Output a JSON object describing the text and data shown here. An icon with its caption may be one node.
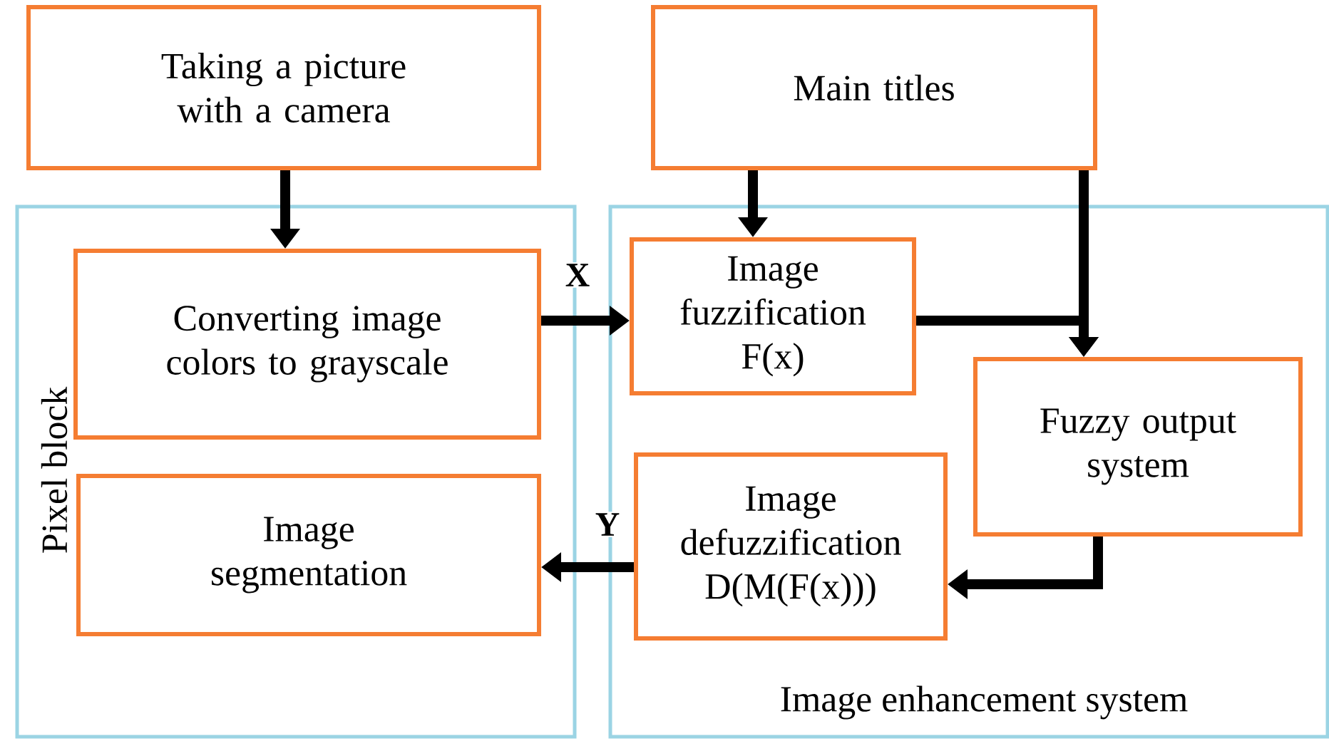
{
  "diagram": {
    "nodes": [
      {
        "text": [
          "Pixel block"
        ]
      },
      {
        "text": [
          "Image enhancement system"
        ]
      },
      {
        "text": [
          "Taking a picture with a camera"
        ]
      },
      {
        "text": [
          "Main titles"
        ]
      },
      {
        "text": [
          "Converting image colors to grayscale"
        ],
        "in": 0
      },
      {
        "text": [
          "Image segmentation"
        ],
        "in": 0
      },
      {
        "text": [
          "Image fuzzification F(x)"
        ],
        "in": 1
      },
      {
        "text": [
          "Fuzzy output system"
        ],
        "in": 1
      },
      {
        "text": [
          "Image defuzzification D(M(F(x)))"
        ],
        "in": 1
      }
    ],
    "edges": [
      {
        "from": 2,
        "to": 4,
        "arrow": "to"
      },
      {
        "from": 4,
        "to": 6,
        "arrow": "to",
        "label": "X"
      },
      {
        "from": 3,
        "to": 6,
        "arrow": "to"
      },
      {
        "from": 3,
        "to": 7,
        "arrow": "to"
      },
      {
        "from": 6,
        "to": 7,
        "arrow": "to"
      },
      {
        "from": 7,
        "to": 8,
        "arrow": "to"
      },
      {
        "from": 8,
        "to": 5,
        "arrow": "to",
        "label": "Y"
      }
    ]
  }
}
